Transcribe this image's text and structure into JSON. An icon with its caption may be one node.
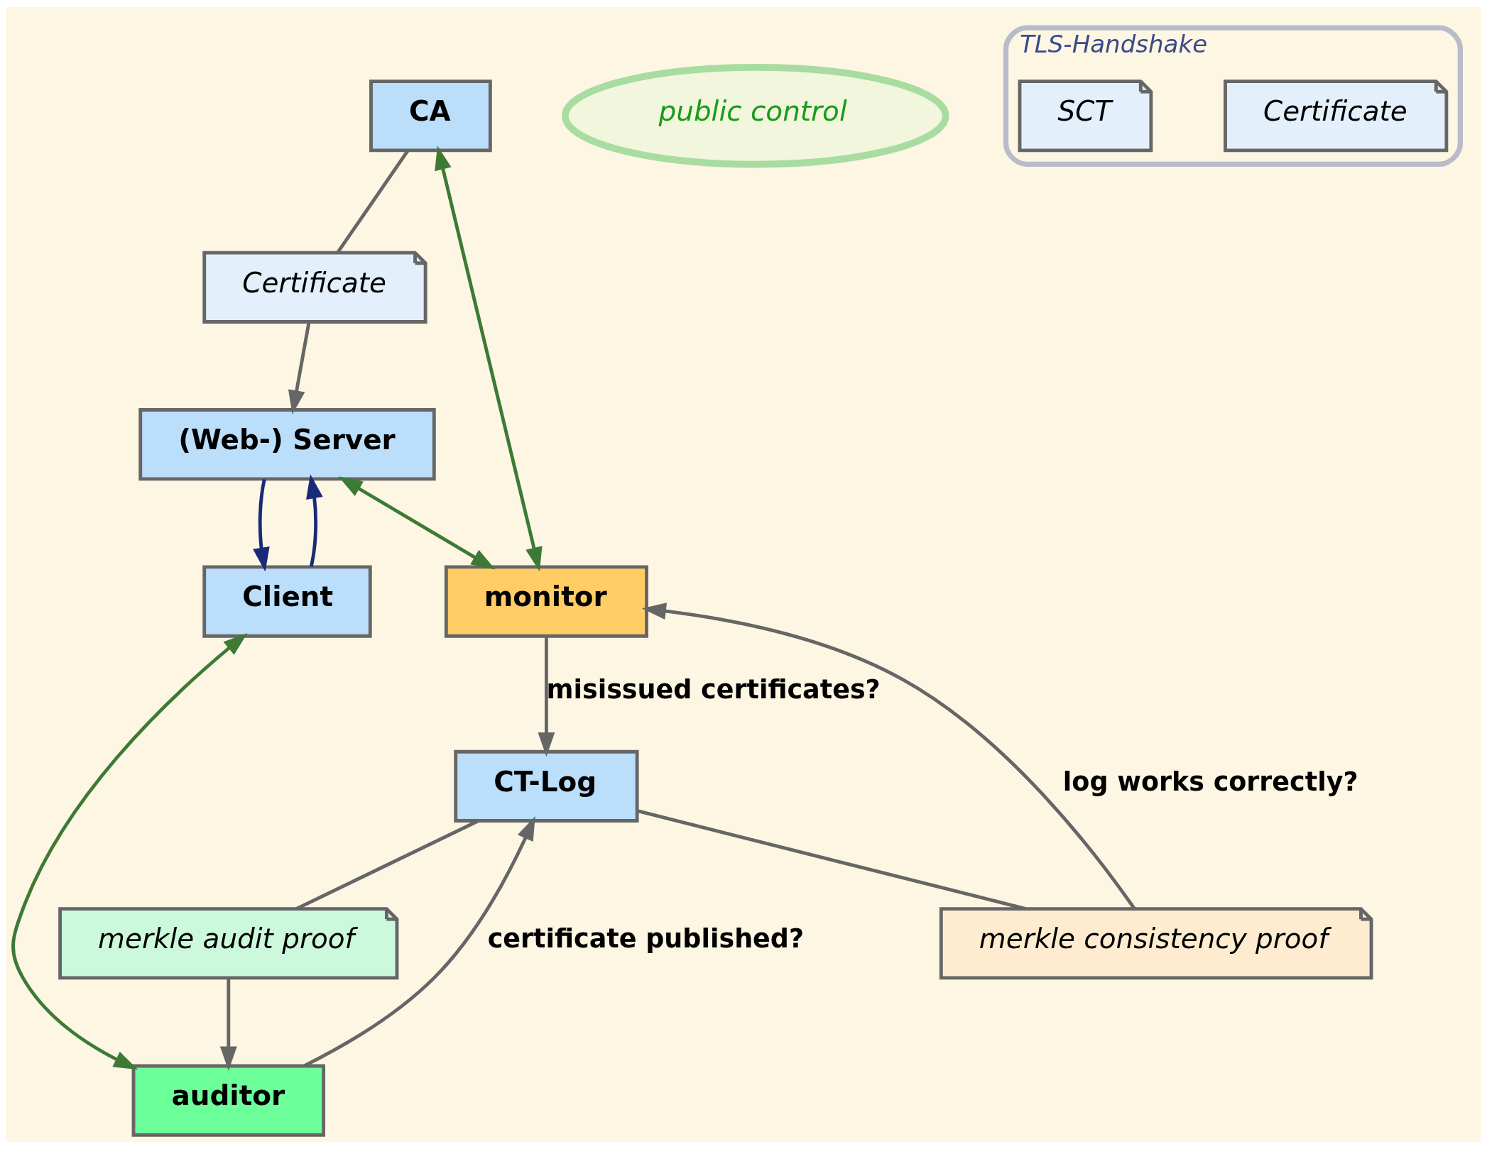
{
  "diagram": {
    "nodes": [
      {
        "text": [
          "CA"
        ]
      },
      {
        "text": [
          "Certificate"
        ]
      },
      {
        "text": [
          "public control"
        ]
      },
      {
        "text": [
          "merkle consistency proof"
        ]
      },
      {
        "text": [
          "CT-Log"
        ]
      },
      {
        "text": [
          "monitor"
        ]
      },
      {
        "text": [
          "merkle audit proof"
        ]
      },
      {
        "text": [
          "(Web-) Server"
        ]
      },
      {
        "text": [
          "TLS-Handshake"
        ]
      },
      {
        "text": [
          "Certificate"
        ],
        "in": 8
      },
      {
        "text": [
          "SCT"
        ],
        "in": 8
      },
      {
        "text": [
          "auditor"
        ]
      },
      {
        "text": [
          "Client"
        ]
      }
    ],
    "edges": [
      {
        "from": 0,
        "to": 1,
        "arrow": "none"
      },
      {
        "from": 1,
        "to": 7,
        "arrow": "to"
      },
      {
        "from": 0,
        "to": 5,
        "arrow": "both",
        "color": "#3d7a35"
      },
      {
        "from": 7,
        "to": 5,
        "arrow": "both",
        "color": "#3d7a35"
      },
      {
        "from": 4,
        "to": 3,
        "arrow": "none"
      },
      {
        "from": 3,
        "to": 5,
        "arrow": "to",
        "label": "log works correctly?"
      },
      {
        "from": 5,
        "to": 4,
        "arrow": "to",
        "label": "misissued certificates?"
      },
      {
        "from": 11,
        "to": 4,
        "arrow": "to",
        "label": "certificate published?"
      },
      {
        "from": 4,
        "to": 6,
        "arrow": "none"
      },
      {
        "from": 6,
        "to": 11,
        "arrow": "to"
      },
      {
        "from": 7,
        "to": 12,
        "arrow": "to",
        "color": "#1a2a7a"
      },
      {
        "from": 12,
        "to": 7,
        "arrow": "to",
        "color": "#1a2a7a"
      },
      {
        "from": 12,
        "to": 11,
        "arrow": "both",
        "color": "#3d7a35"
      }
    ]
  }
}
